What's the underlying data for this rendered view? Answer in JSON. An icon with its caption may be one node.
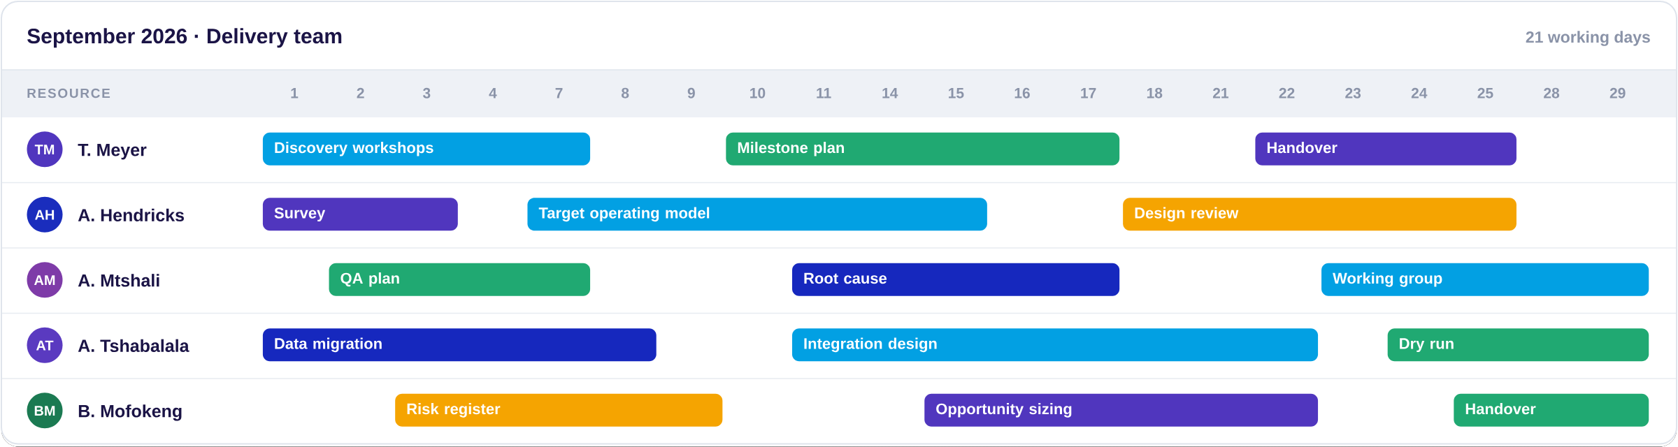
{
  "diagram": {
    "title": "September 2026 · Delivery team",
    "nodes": [
      {
        "text": [
          "TM"
        ],
        "beside": [
          "T. Meyer"
        ]
      },
      {
        "text": [
          "Discovery workshops"
        ]
      },
      {
        "text": [
          "Milestone plan"
        ]
      },
      {
        "text": [
          "Handover"
        ]
      },
      {
        "text": [
          "AH"
        ],
        "beside": [
          "A. Hendricks"
        ]
      },
      {
        "text": [
          "Survey"
        ]
      },
      {
        "text": [
          "Target operating model"
        ]
      },
      {
        "text": [
          "Design review"
        ]
      },
      {
        "text": [
          "AM"
        ],
        "beside": [
          "A. Mtshali"
        ]
      },
      {
        "text": [
          "QA plan"
        ]
      },
      {
        "text": [
          "Root cause"
        ]
      },
      {
        "text": [
          "Working group"
        ]
      },
      {
        "text": [
          "AT"
        ],
        "beside": [
          "A. Tshabalala"
        ]
      },
      {
        "text": [
          "Data migration"
        ]
      },
      {
        "text": [
          "Integration design"
        ]
      },
      {
        "text": [
          "Dry run"
        ]
      },
      {
        "text": [
          "BM"
        ],
        "beside": [
          "B. Mofokeng"
        ]
      },
      {
        "text": [
          "Risk register"
        ]
      },
      {
        "text": [
          "Opportunity sizing"
        ]
      },
      {
        "text": [
          "Handover"
        ]
      }
    ],
    "labels": [
      "21 working days",
      "RESOURCE",
      "1",
      "2",
      "3",
      "4",
      "7",
      "8",
      "9",
      "10",
      "11",
      "14",
      "15",
      "16",
      "17",
      "18",
      "21",
      "22",
      "23",
      "24",
      "25",
      "28",
      "29"
    ]
  }
}
